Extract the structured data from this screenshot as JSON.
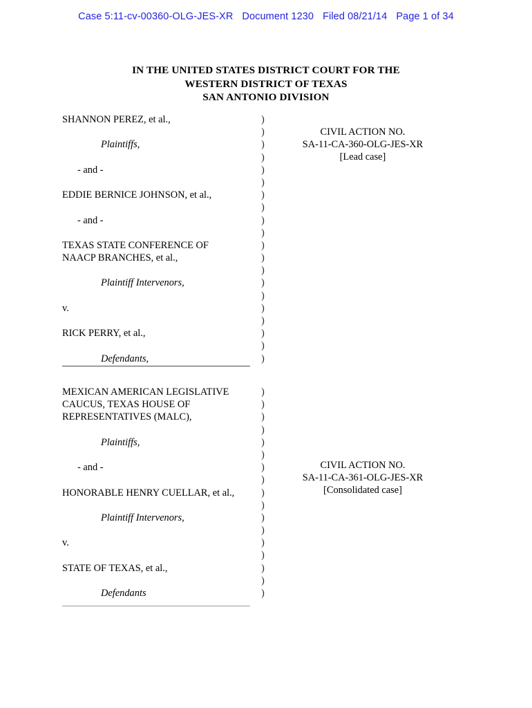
{
  "header": {
    "case_number": "Case 5:11-cv-00360-OLG-JES-XR",
    "document": "Document 1230",
    "filed": "Filed 08/21/14",
    "page": "Page 1 of 34",
    "color": "#2323dd"
  },
  "court": {
    "line1": "IN THE UNITED STATES DISTRICT COURT FOR THE",
    "line2": "WESTERN DISTRICT OF TEXAS",
    "line3": "SAN ANTONIO DIVISION"
  },
  "caption1": {
    "rows": [
      {
        "text": "SHANNON PEREZ, et al.,",
        "indent": 0,
        "italic": false
      },
      {
        "text": "",
        "indent": 0,
        "italic": false
      },
      {
        "text": "Plaintiffs,",
        "indent": 2,
        "italic": true
      },
      {
        "text": "",
        "indent": 0,
        "italic": false
      },
      {
        "text": "- and -",
        "indent": 1,
        "italic": false
      },
      {
        "text": "",
        "indent": 0,
        "italic": false
      },
      {
        "text": "EDDIE BERNICE JOHNSON, et al.,",
        "indent": 0,
        "italic": false
      },
      {
        "text": "",
        "indent": 0,
        "italic": false
      },
      {
        "text": "- and -",
        "indent": 1,
        "italic": false
      },
      {
        "text": "",
        "indent": 0,
        "italic": false
      },
      {
        "text": "TEXAS STATE CONFERENCE OF",
        "indent": 0,
        "italic": false
      },
      {
        "text": "NAACP BRANCHES, et al.,",
        "indent": 0,
        "italic": false
      },
      {
        "text": "",
        "indent": 0,
        "italic": false
      },
      {
        "text": "Plaintiff Intervenors,",
        "indent": 2,
        "italic": true
      },
      {
        "text": "",
        "indent": 0,
        "italic": false
      },
      {
        "text": "v.",
        "indent": 0,
        "italic": false
      },
      {
        "text": "",
        "indent": 0,
        "italic": false
      },
      {
        "text": "RICK PERRY, et al.,",
        "indent": 0,
        "italic": false
      },
      {
        "text": "",
        "indent": 0,
        "italic": false
      },
      {
        "text": "Defendants,",
        "indent": 2,
        "italic": true
      }
    ],
    "paren": ")"
  },
  "case_info1": {
    "line1": "CIVIL ACTION NO.",
    "line2": "SA-11-CA-360-OLG-JES-XR",
    "line3": "[Lead case]"
  },
  "caption2": {
    "rows": [
      {
        "text": "MEXICAN AMERICAN LEGISLATIVE",
        "indent": 0,
        "italic": false
      },
      {
        "text": "CAUCUS, TEXAS HOUSE OF",
        "indent": 0,
        "italic": false
      },
      {
        "text": "REPRESENTATIVES (MALC),",
        "indent": 0,
        "italic": false
      },
      {
        "text": "",
        "indent": 0,
        "italic": false
      },
      {
        "text": "Plaintiffs,",
        "indent": 2,
        "italic": true
      },
      {
        "text": "",
        "indent": 0,
        "italic": false
      },
      {
        "text": "- and -",
        "indent": 1,
        "italic": false
      },
      {
        "text": "",
        "indent": 0,
        "italic": false
      },
      {
        "text": "HONORABLE HENRY CUELLAR, et al.,",
        "indent": 0,
        "italic": false
      },
      {
        "text": "",
        "indent": 0,
        "italic": false
      },
      {
        "text": "Plaintiff Intervenors,",
        "indent": 2,
        "italic": true
      },
      {
        "text": "",
        "indent": 0,
        "italic": false
      },
      {
        "text": "v.",
        "indent": 0,
        "italic": false
      },
      {
        "text": "",
        "indent": 0,
        "italic": false
      },
      {
        "text": "STATE OF TEXAS, et al.,",
        "indent": 0,
        "italic": false
      },
      {
        "text": "",
        "indent": 0,
        "italic": false
      },
      {
        "text": "Defendants",
        "indent": 2,
        "italic": true
      }
    ],
    "paren": ")"
  },
  "case_info2": {
    "line1": "CIVIL ACTION NO.",
    "line2": "SA-11-CA-361-OLG-JES-XR",
    "line3": "[Consolidated case]"
  }
}
